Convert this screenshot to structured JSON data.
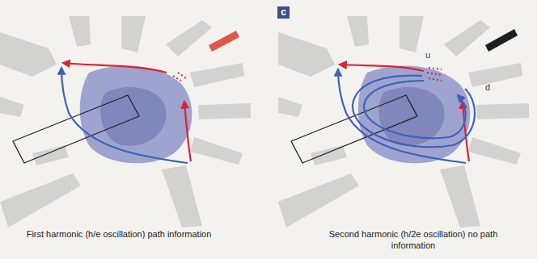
{
  "diagram": {
    "labels": [
      "c",
      "u",
      "d",
      "First harmonic (h/e oscillation) path information",
      "Second harmonic (h/2e oscillation) no path information"
    ]
  }
}
